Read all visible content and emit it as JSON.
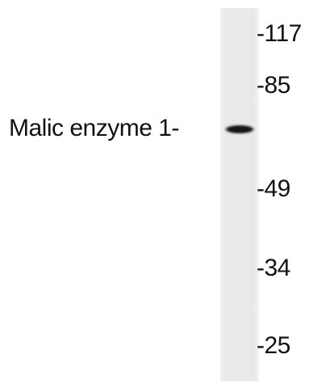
{
  "band": {
    "label": "Malic enzyme 1-"
  },
  "markers": [
    {
      "label": "-117"
    },
    {
      "label": "-85"
    },
    {
      "label": "-49"
    },
    {
      "label": "-34"
    },
    {
      "label": "-25"
    }
  ],
  "colors": {
    "background": "#ffffff",
    "lane": "#ececec",
    "band": "#1a1a1a",
    "text": "#111111"
  }
}
